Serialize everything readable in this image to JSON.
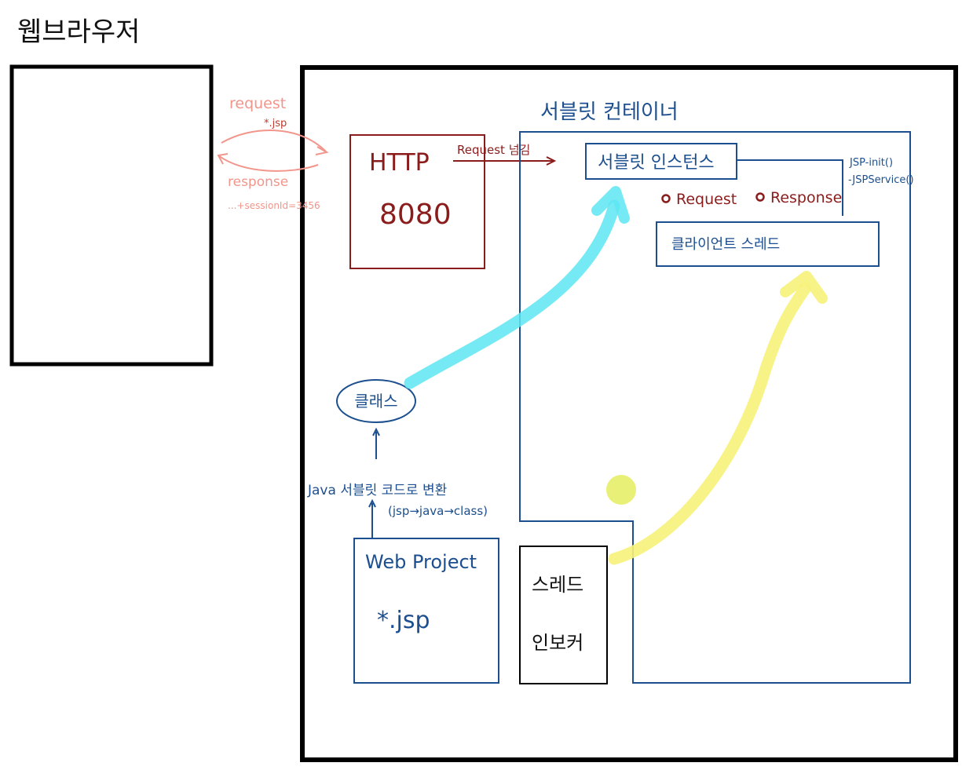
{
  "browser": {
    "title": "웹브라우저"
  },
  "http_link": {
    "request": "request",
    "request_sub": "*.jsp",
    "response": "response",
    "response_sub": "...+sessionId=3456"
  },
  "http_server": {
    "line1": "HTTP",
    "line2": "8080"
  },
  "request_pass": "Request 넘김",
  "servlet_container": {
    "title": "서블릿 컨테이너",
    "instance": "서블릿 인스턴스",
    "methods": [
      "JSP-init()",
      "-JSPService()"
    ],
    "obj_request": "Request",
    "obj_response": "Response",
    "client_thread": "클라이언트 스레드"
  },
  "class_node": "클래스",
  "conversion": {
    "line1": "Java 서블릿 코드로 변환",
    "line2": "(jsp→java→class)"
  },
  "web_project": {
    "title": "Web Project",
    "file": "*.jsp"
  },
  "thread_invoke": {
    "line1": "스레드",
    "line2": "인보커"
  },
  "colors": {
    "black": "#000000",
    "blue": "#1c4f8f",
    "darkred": "#8b1c1c",
    "pink": "#f2958b",
    "cyan": "#5ee6f2",
    "yellow": "#f7f27a",
    "yellow_dot": "#e8ef70"
  }
}
